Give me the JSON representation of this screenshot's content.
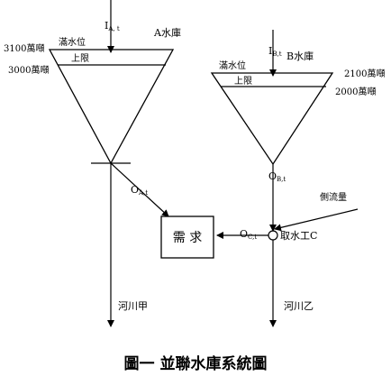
{
  "reservoir_a": {
    "name": "A水庫",
    "full_level": "滿水位",
    "upper_limit": "上限",
    "capacity_full": "3100萬噸",
    "capacity_upper": "3000萬噸",
    "inflow_main": "I",
    "inflow_sub": "A, t",
    "outflow_main": "O",
    "outflow_sub": "A,t"
  },
  "reservoir_b": {
    "name": "B水庫",
    "full_level": "滿水位",
    "upper_limit": "上限",
    "capacity_full": "2100萬噸",
    "capacity_upper": "2000萬噸",
    "inflow_main": "I",
    "inflow_sub": "B,t",
    "outflow_main": "O",
    "outflow_sub": "B,t"
  },
  "demand": {
    "label": "需 求"
  },
  "intake": {
    "label": "取水工C",
    "flow_main": "O",
    "flow_sub": "C,t",
    "lateral_inflow": "側流量"
  },
  "rivers": {
    "river_a": "河川甲",
    "river_b": "河川乙"
  },
  "caption": "圖一  並聯水庫系統圖"
}
